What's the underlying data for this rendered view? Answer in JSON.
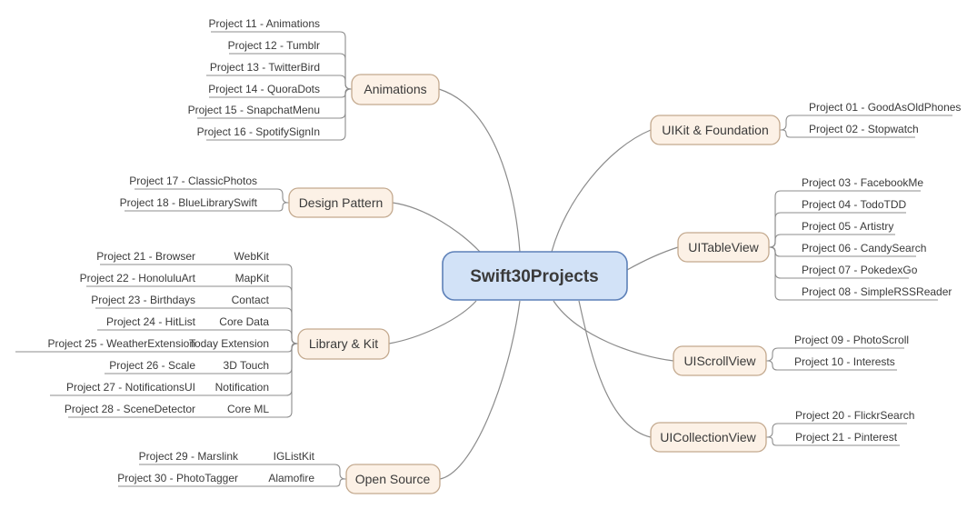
{
  "colors": {
    "connector": "#8c8c8c",
    "text": "#3a3a3a",
    "category-fill": "#fcf1e6",
    "category-border": "#c3a98e",
    "center-fill": "#d2e2f7",
    "center-border": "#5d80b8"
  },
  "center": {
    "label": "Swift30Projects"
  },
  "branches": [
    {
      "label": "Animations",
      "leaves": [
        {
          "label": "Project 11 - Animations"
        },
        {
          "label": "Project 12 - Tumblr"
        },
        {
          "label": "Project 13 - TwitterBird"
        },
        {
          "label": "Project 14 - QuoraDots"
        },
        {
          "label": "Project 15 - SnapchatMenu"
        },
        {
          "label": "Project 16 - SpotifySignIn"
        }
      ]
    },
    {
      "label": "Design Pattern",
      "leaves": [
        {
          "label": "Project 17 - ClassicPhotos"
        },
        {
          "label": "Project 18 - BlueLibrarySwift"
        }
      ]
    },
    {
      "label": "Library & Kit",
      "leaves": [
        {
          "name": "Project 21 - Browser",
          "kit": "WebKit"
        },
        {
          "name": "Project 22 - HonoluluArt",
          "kit": "MapKit"
        },
        {
          "name": "Project 23 - Birthdays",
          "kit": "Contact"
        },
        {
          "name": "Project 24 - HitList",
          "kit": "Core Data"
        },
        {
          "name": "Project 25 - WeatherExtension",
          "kit": "Today Extension"
        },
        {
          "name": "Project 26 - Scale",
          "kit": "3D Touch"
        },
        {
          "name": "Project 27 - NotificationsUI",
          "kit": "Notification"
        },
        {
          "name": "Project 28 - SceneDetector",
          "kit": "Core ML"
        }
      ]
    },
    {
      "label": "Open Source",
      "leaves": [
        {
          "name": "Project 29 - Marslink",
          "kit": "IGListKit"
        },
        {
          "name": "Project 30 - PhotoTagger",
          "kit": "Alamofire"
        }
      ]
    },
    {
      "label": "UIKit & Foundation",
      "leaves": [
        {
          "label": "Project 01 - GoodAsOldPhones"
        },
        {
          "label": "Project 02 - Stopwatch"
        }
      ]
    },
    {
      "label": "UITableView",
      "leaves": [
        {
          "label": "Project 03 - FacebookMe"
        },
        {
          "label": "Project 04 - TodoTDD"
        },
        {
          "label": "Project 05 - Artistry"
        },
        {
          "label": "Project 06 - CandySearch"
        },
        {
          "label": "Project 07 - PokedexGo"
        },
        {
          "label": "Project 08 - SimpleRSSReader"
        }
      ]
    },
    {
      "label": "UIScrollView",
      "leaves": [
        {
          "label": "Project 09 - PhotoScroll"
        },
        {
          "label": "Project 10 - Interests"
        }
      ]
    },
    {
      "label": "UICollectionView",
      "leaves": [
        {
          "label": "Project 20 - FlickrSearch"
        },
        {
          "label": "Project  21 - Pinterest"
        }
      ]
    }
  ]
}
